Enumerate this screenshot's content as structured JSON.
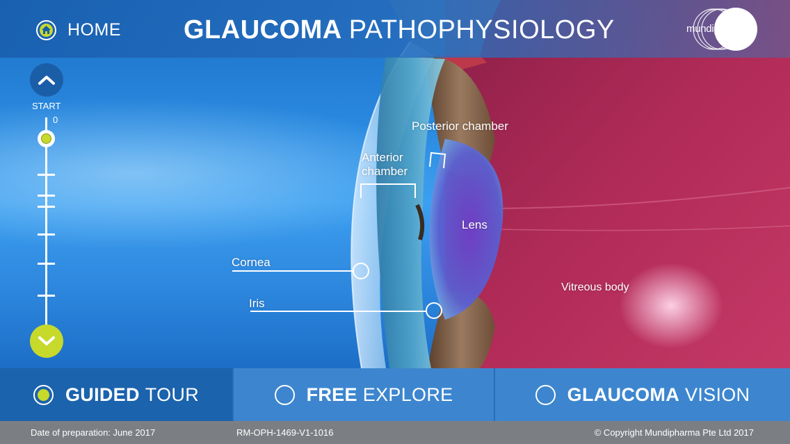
{
  "header": {
    "home_label": "HOME",
    "title_bold": "GLAUCOMA",
    "title_light": "PATHOPHYSIOLOGY",
    "logo_text": "mundipharma"
  },
  "timeline": {
    "start_label": "START",
    "position_label": "0",
    "current_step": 0,
    "tick_count": 6
  },
  "anatomy_labels": {
    "posterior_chamber": "Posterior chamber",
    "anterior_chamber": "Anterior chamber",
    "lens": "Lens",
    "cornea": "Cornea",
    "iris": "Iris",
    "vitreous_body": "Vitreous body"
  },
  "tabs": [
    {
      "bold": "GUIDED",
      "light": "TOUR",
      "selected": true
    },
    {
      "bold": "FREE",
      "light": "EXPLORE",
      "selected": false
    },
    {
      "bold": "GLAUCOMA",
      "light": "VISION",
      "selected": false
    }
  ],
  "footer": {
    "date": "Date of preparation: June 2017",
    "code": "RM-OPH-1469-V1-1016",
    "copyright": "© Copyright Mundipharma Pte Ltd 2017"
  },
  "colors": {
    "accent_yellow": "#c7d92a",
    "header_blue": "#1b5ea8",
    "tab_selected": "#1b63ad",
    "tab_default": "#3d86cf",
    "footer_gray": "#7b7f84",
    "vitreous_red": "#b02a55"
  },
  "icons": {
    "home": "home-icon",
    "up": "chevron-up-icon",
    "down": "chevron-down-icon"
  }
}
